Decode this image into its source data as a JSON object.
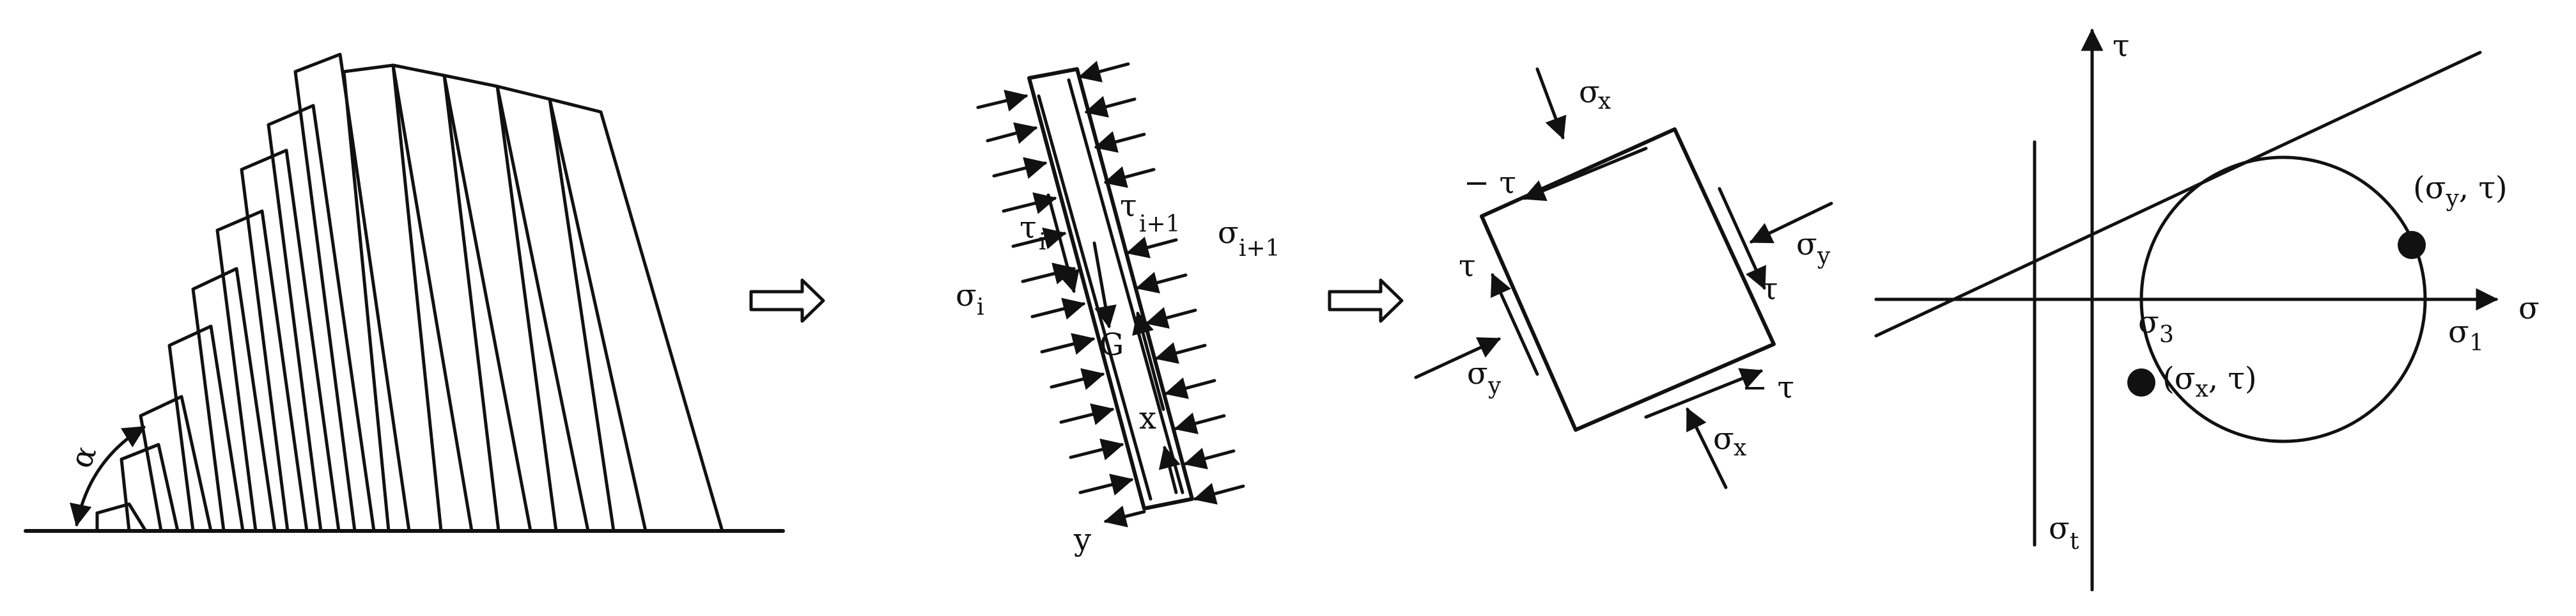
{
  "panel1": {
    "angle_label": "α"
  },
  "panel2": {
    "sigma_i": "σ",
    "sigma_i_sub": "i",
    "sigma_i1": "σ",
    "sigma_i1_sub": "i+1",
    "tau_i": "τ",
    "tau_i_sub": "i",
    "tau_i1": "τ",
    "tau_i1_sub": "i+1",
    "gravity": "G",
    "x_axis": "x",
    "y_axis": "y"
  },
  "panel3": {
    "sx_top": "σ",
    "sx_top_sub": "x",
    "sx_bottom": "σ",
    "sx_bottom_sub": "x",
    "sy_left": "σ",
    "sy_left_sub": "y",
    "sy_right": "σ",
    "sy_right_sub": "y",
    "neg_tau_top": "− τ",
    "neg_tau_bottom": "− τ",
    "tau_left": "τ",
    "tau_right": "τ"
  },
  "panel4": {
    "tau_axis": "τ",
    "sigma_axis": "σ",
    "sigma1": "σ",
    "sigma1_sub": "1",
    "sigma3": "σ",
    "sigma3_sub": "3",
    "sigmat": "σ",
    "sigmat_sub": "t",
    "point_y_open": "(σ",
    "point_y_sub": "y",
    "point_y_close": ",  τ)",
    "point_x_open": "(σ",
    "point_x_sub": "x",
    "point_x_close": ",  τ)"
  }
}
